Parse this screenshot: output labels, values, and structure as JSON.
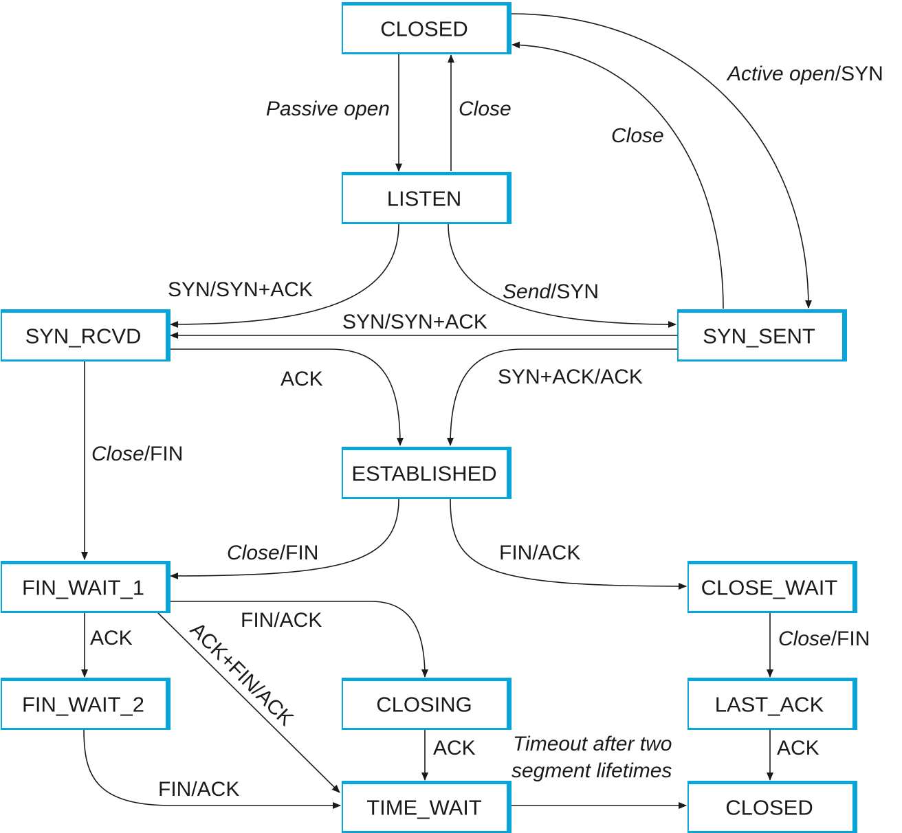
{
  "states": {
    "closed_top": "CLOSED",
    "listen": "LISTEN",
    "syn_rcvd": "SYN_RCVD",
    "syn_sent": "SYN_SENT",
    "established": "ESTABLISHED",
    "fin_wait_1": "FIN_WAIT_1",
    "close_wait": "CLOSE_WAIT",
    "fin_wait_2": "FIN_WAIT_2",
    "closing": "CLOSING",
    "last_ack": "LAST_ACK",
    "time_wait": "TIME_WAIT",
    "closed_bottom": "CLOSED"
  },
  "transitions": {
    "passive_open": {
      "event": "Passive open",
      "action": ""
    },
    "listen_close": {
      "event": "Close",
      "action": ""
    },
    "active_open": {
      "event": "Active open",
      "action": "/SYN"
    },
    "syn_sent_close": {
      "event": "Close",
      "action": ""
    },
    "listen_syn": {
      "event": "",
      "action": "SYN/SYN+ACK"
    },
    "send": {
      "event": "Send",
      "action": "/SYN"
    },
    "simultaneous_syn": {
      "event": "",
      "action": "SYN/SYN+ACK"
    },
    "syn_rcvd_ack": {
      "event": "",
      "action": "ACK"
    },
    "syn_ack": {
      "event": "",
      "action": "SYN+ACK/ACK"
    },
    "syn_rcvd_close": {
      "event": "Close",
      "action": "/FIN"
    },
    "established_close": {
      "event": "Close",
      "action": "/FIN"
    },
    "established_fin": {
      "event": "",
      "action": "FIN/ACK"
    },
    "fin_wait_1_fin": {
      "event": "",
      "action": "FIN/ACK"
    },
    "fin_wait_1_ack": {
      "event": "",
      "action": "ACK"
    },
    "fin_wait_1_ack_fin": {
      "event": "",
      "action": "ACK+FIN/ACK"
    },
    "close_wait_close": {
      "event": "Close",
      "action": "/FIN"
    },
    "fin_wait_2_fin": {
      "event": "",
      "action": "FIN/ACK"
    },
    "closing_ack": {
      "event": "",
      "action": "ACK"
    },
    "last_ack_ack": {
      "event": "",
      "action": "ACK"
    },
    "timeout": {
      "line1": "Timeout after two",
      "line2": "segment lifetimes"
    }
  },
  "colors": {
    "box_border": "#0aa5d8",
    "line": "#1a1a1a"
  }
}
